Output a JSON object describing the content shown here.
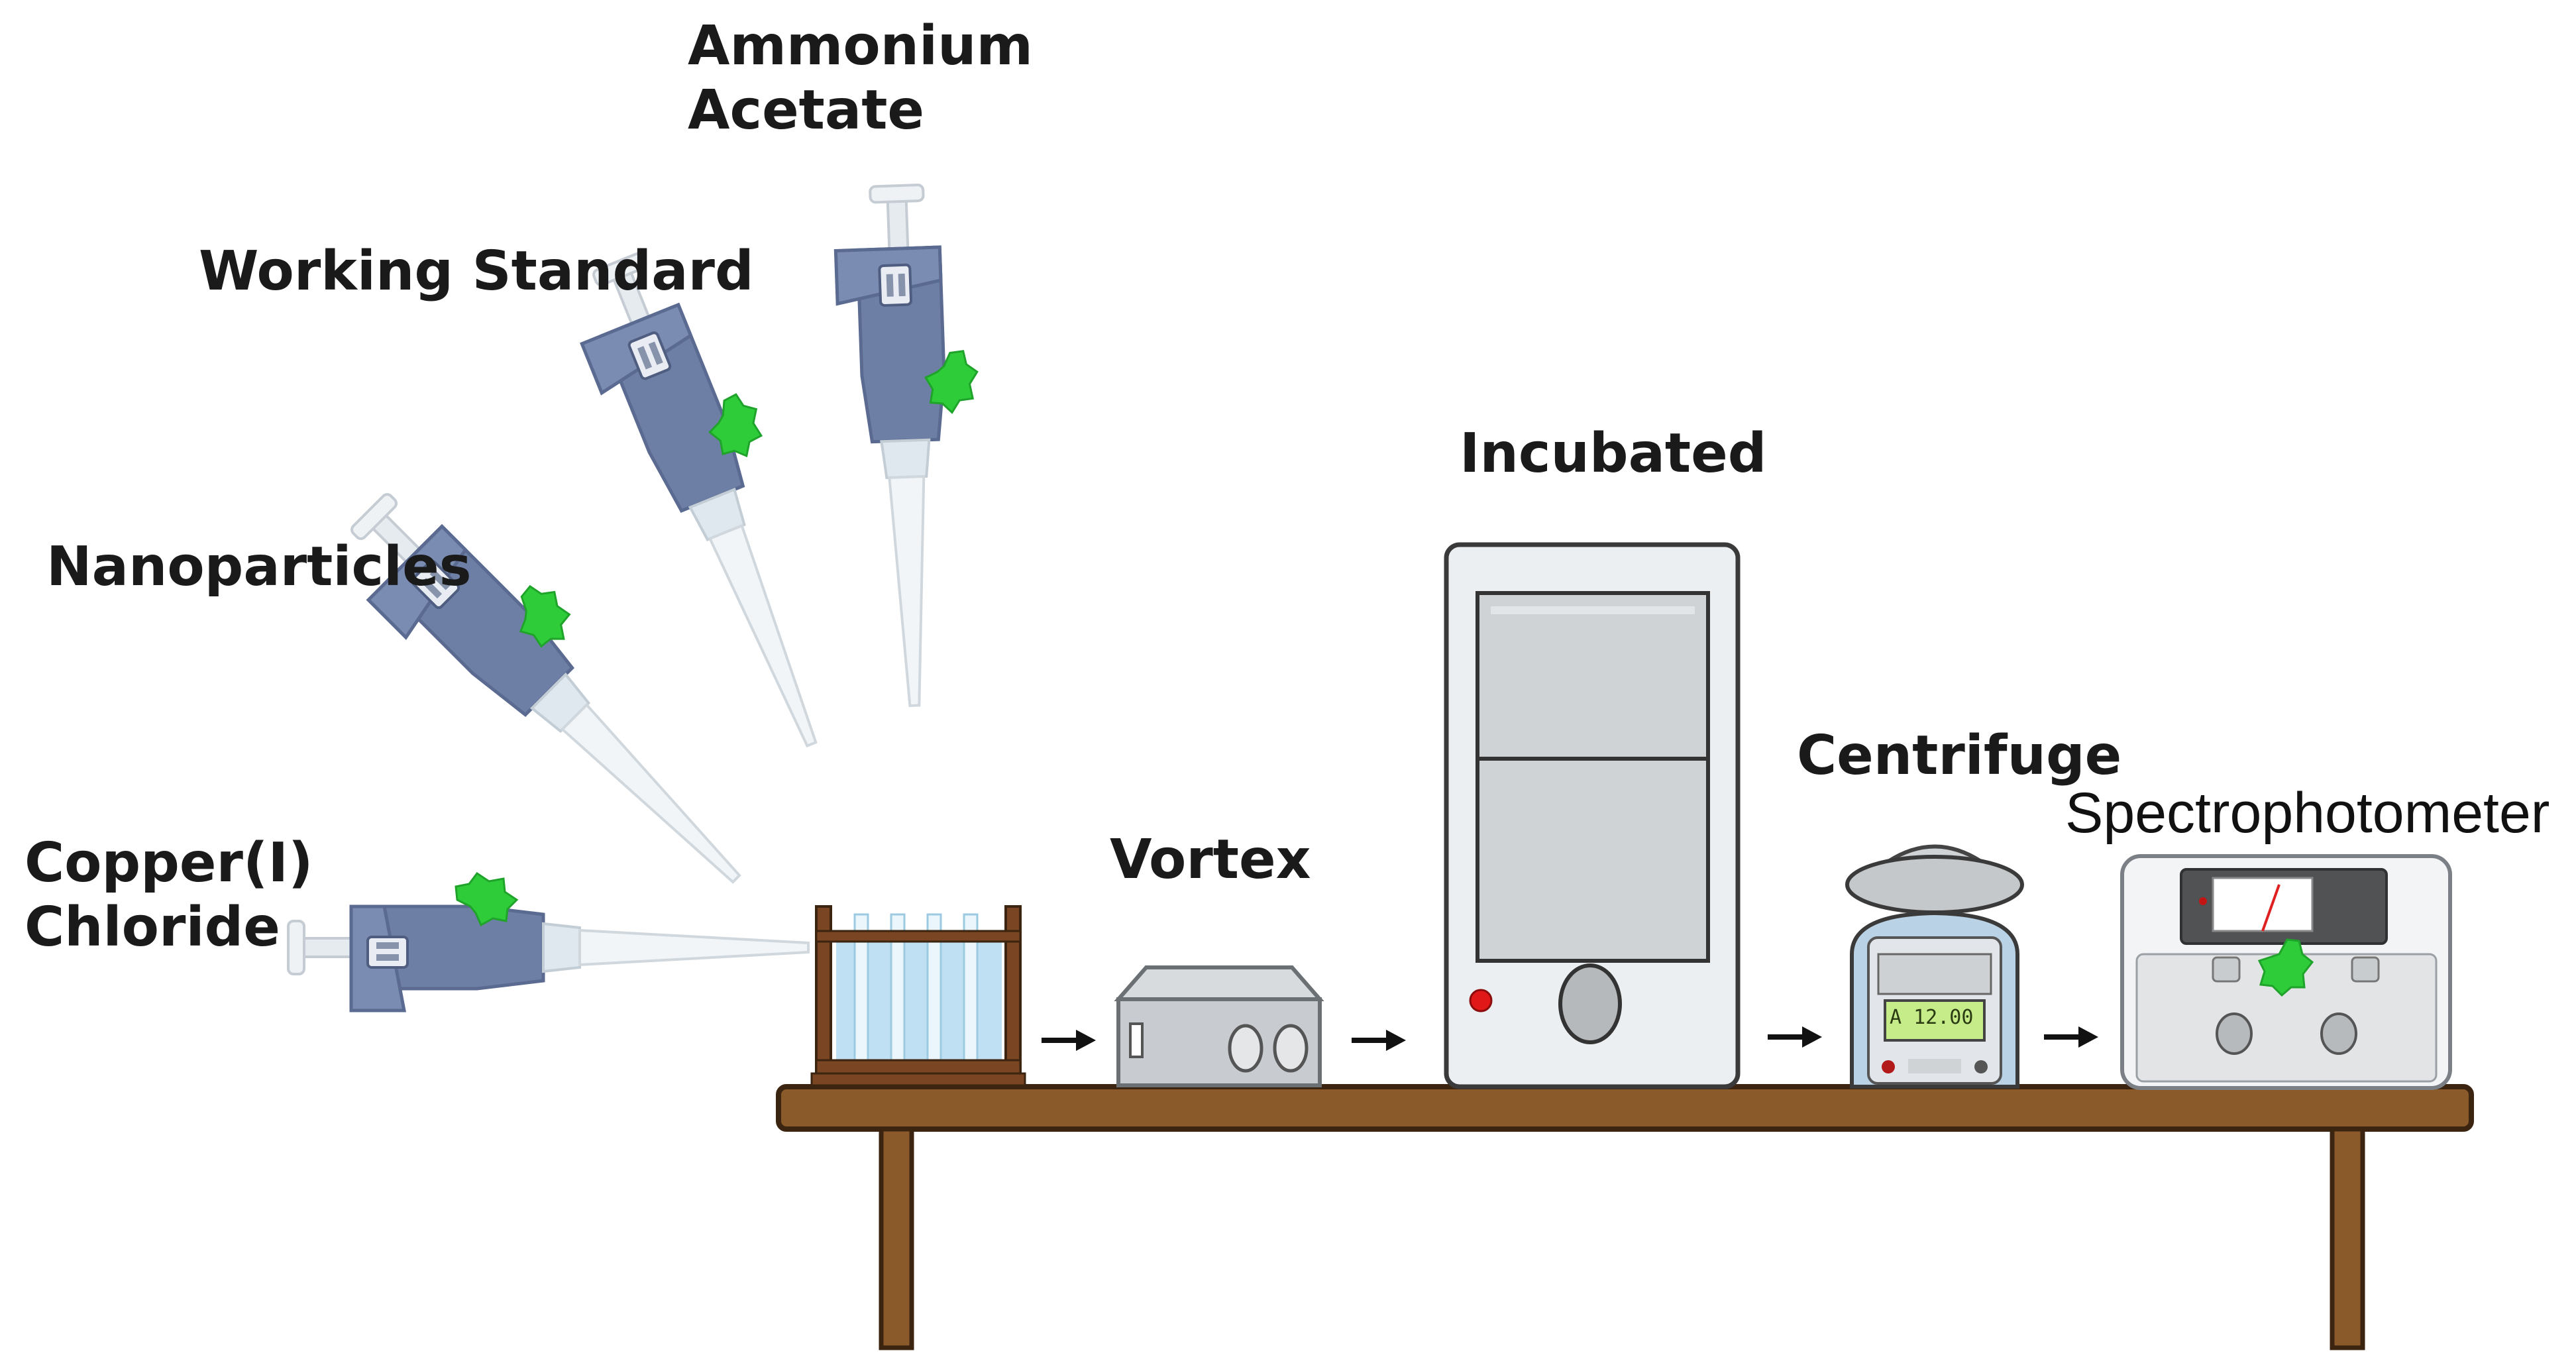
{
  "labels": {
    "reagent_1": [
      "Copper(I)",
      "Chloride"
    ],
    "reagent_2": "Nanoparticles",
    "reagent_3": "Working Standard",
    "reagent_4": [
      "Ammonium",
      "Acetate"
    ],
    "step_vortex": "Vortex",
    "step_incubated": "Incubated",
    "step_centrifuge": "Centrifuge",
    "step_spectrophotometer": "Spectrophotometer"
  },
  "devices": {
    "centrifuge_display": "A  12.00"
  },
  "colors": {
    "pipette_body": "#6e7fa6",
    "pipette_button": "#2fcc3a",
    "table_wood": "#8b5a2b",
    "liquid": "#bfe0f2",
    "incubator_light": "#e01818"
  },
  "icons": [
    "pipette-icon",
    "test-tube-rack-icon",
    "vortex-mixer-icon",
    "incubator-icon",
    "centrifuge-icon",
    "spectrophotometer-icon",
    "arrow-right-icon",
    "lab-table-icon"
  ]
}
